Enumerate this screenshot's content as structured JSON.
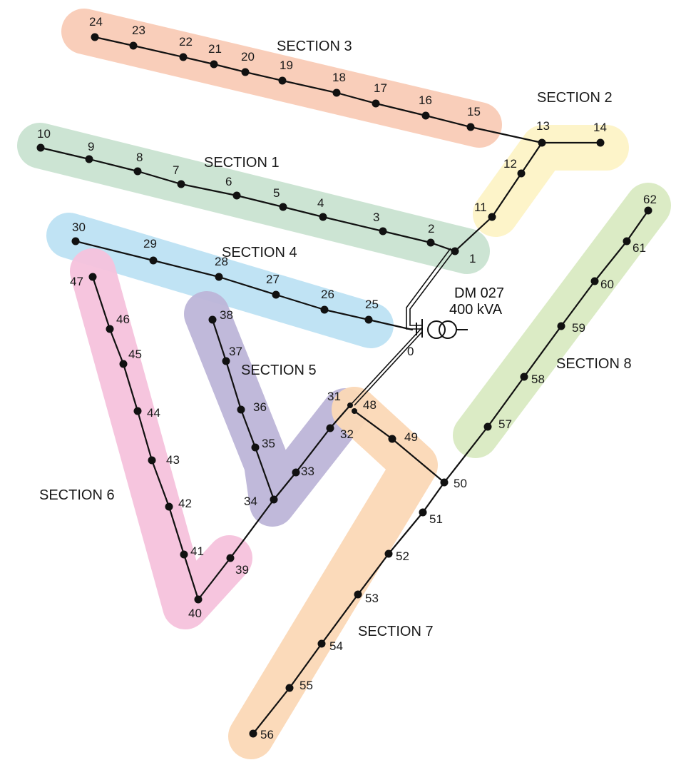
{
  "transformer": {
    "name": "DM 027",
    "rating": "400 kVA"
  },
  "colors": {
    "section_1": "#c9e3d1",
    "section_2": "#fdf3c6",
    "section_3": "#f9cbb6",
    "section_4": "#bde1f3",
    "section_5": "#bdb5d8",
    "section_6": "#f5c2dc",
    "section_7": "#fbd8b6",
    "section_8": "#d9eac2",
    "line": "#111111"
  },
  "sections": [
    {
      "id": "section_1",
      "label": "SECTION 1",
      "nodes": [
        "1",
        "2",
        "3",
        "4",
        "5",
        "6",
        "7",
        "8",
        "9",
        "10"
      ]
    },
    {
      "id": "section_2",
      "label": "SECTION 2",
      "nodes": [
        "11",
        "12",
        "13",
        "14"
      ]
    },
    {
      "id": "section_3",
      "label": "SECTION 3",
      "nodes": [
        "15",
        "16",
        "17",
        "18",
        "19",
        "20",
        "21",
        "22",
        "23",
        "24"
      ]
    },
    {
      "id": "section_4",
      "label": "SECTION 4",
      "nodes": [
        "25",
        "26",
        "27",
        "28",
        "29",
        "30"
      ]
    },
    {
      "id": "section_5",
      "label": "SECTION 5",
      "nodes": [
        "31",
        "32",
        "33",
        "34",
        "35",
        "36",
        "37",
        "38"
      ]
    },
    {
      "id": "section_6",
      "label": "SECTION 6",
      "nodes": [
        "39",
        "40",
        "41",
        "42",
        "43",
        "44",
        "45",
        "46",
        "47"
      ]
    },
    {
      "id": "section_7",
      "label": "SECTION 7",
      "nodes": [
        "48",
        "49",
        "50",
        "51",
        "52",
        "53",
        "54",
        "55",
        "56"
      ]
    },
    {
      "id": "section_8",
      "label": "SECTION 8",
      "nodes": [
        "57",
        "58",
        "59",
        "60",
        "61",
        "62"
      ]
    }
  ],
  "nodes": [
    "0",
    "1",
    "2",
    "3",
    "4",
    "5",
    "6",
    "7",
    "8",
    "9",
    "10",
    "11",
    "12",
    "13",
    "14",
    "15",
    "16",
    "17",
    "18",
    "19",
    "20",
    "21",
    "22",
    "23",
    "24",
    "25",
    "26",
    "27",
    "28",
    "29",
    "30",
    "31",
    "32",
    "33",
    "34",
    "35",
    "36",
    "37",
    "38",
    "39",
    "40",
    "41",
    "42",
    "43",
    "44",
    "45",
    "46",
    "47",
    "48",
    "49",
    "50",
    "51",
    "52",
    "53",
    "54",
    "55",
    "56",
    "57",
    "58",
    "59",
    "60",
    "61",
    "62"
  ],
  "edges": [
    [
      "1",
      "2"
    ],
    [
      "2",
      "3"
    ],
    [
      "3",
      "4"
    ],
    [
      "4",
      "5"
    ],
    [
      "5",
      "6"
    ],
    [
      "6",
      "7"
    ],
    [
      "7",
      "8"
    ],
    [
      "8",
      "9"
    ],
    [
      "9",
      "10"
    ],
    [
      "1",
      "11"
    ],
    [
      "11",
      "12"
    ],
    [
      "12",
      "13"
    ],
    [
      "13",
      "14"
    ],
    [
      "13",
      "15"
    ],
    [
      "15",
      "16"
    ],
    [
      "16",
      "17"
    ],
    [
      "17",
      "18"
    ],
    [
      "18",
      "19"
    ],
    [
      "19",
      "20"
    ],
    [
      "20",
      "21"
    ],
    [
      "21",
      "22"
    ],
    [
      "22",
      "23"
    ],
    [
      "23",
      "24"
    ],
    [
      "0",
      "25"
    ],
    [
      "25",
      "26"
    ],
    [
      "26",
      "27"
    ],
    [
      "27",
      "28"
    ],
    [
      "28",
      "29"
    ],
    [
      "29",
      "30"
    ],
    [
      "31",
      "32"
    ],
    [
      "32",
      "33"
    ],
    [
      "33",
      "34"
    ],
    [
      "34",
      "35"
    ],
    [
      "35",
      "36"
    ],
    [
      "36",
      "37"
    ],
    [
      "37",
      "38"
    ],
    [
      "34",
      "39"
    ],
    [
      "39",
      "40"
    ],
    [
      "40",
      "41"
    ],
    [
      "41",
      "42"
    ],
    [
      "42",
      "43"
    ],
    [
      "43",
      "44"
    ],
    [
      "44",
      "45"
    ],
    [
      "45",
      "46"
    ],
    [
      "46",
      "47"
    ],
    [
      "48",
      "49"
    ],
    [
      "49",
      "50"
    ],
    [
      "50",
      "51"
    ],
    [
      "51",
      "52"
    ],
    [
      "52",
      "53"
    ],
    [
      "53",
      "54"
    ],
    [
      "54",
      "55"
    ],
    [
      "55",
      "56"
    ],
    [
      "50",
      "57"
    ],
    [
      "57",
      "58"
    ],
    [
      "58",
      "59"
    ],
    [
      "59",
      "60"
    ],
    [
      "60",
      "61"
    ],
    [
      "61",
      "62"
    ]
  ]
}
